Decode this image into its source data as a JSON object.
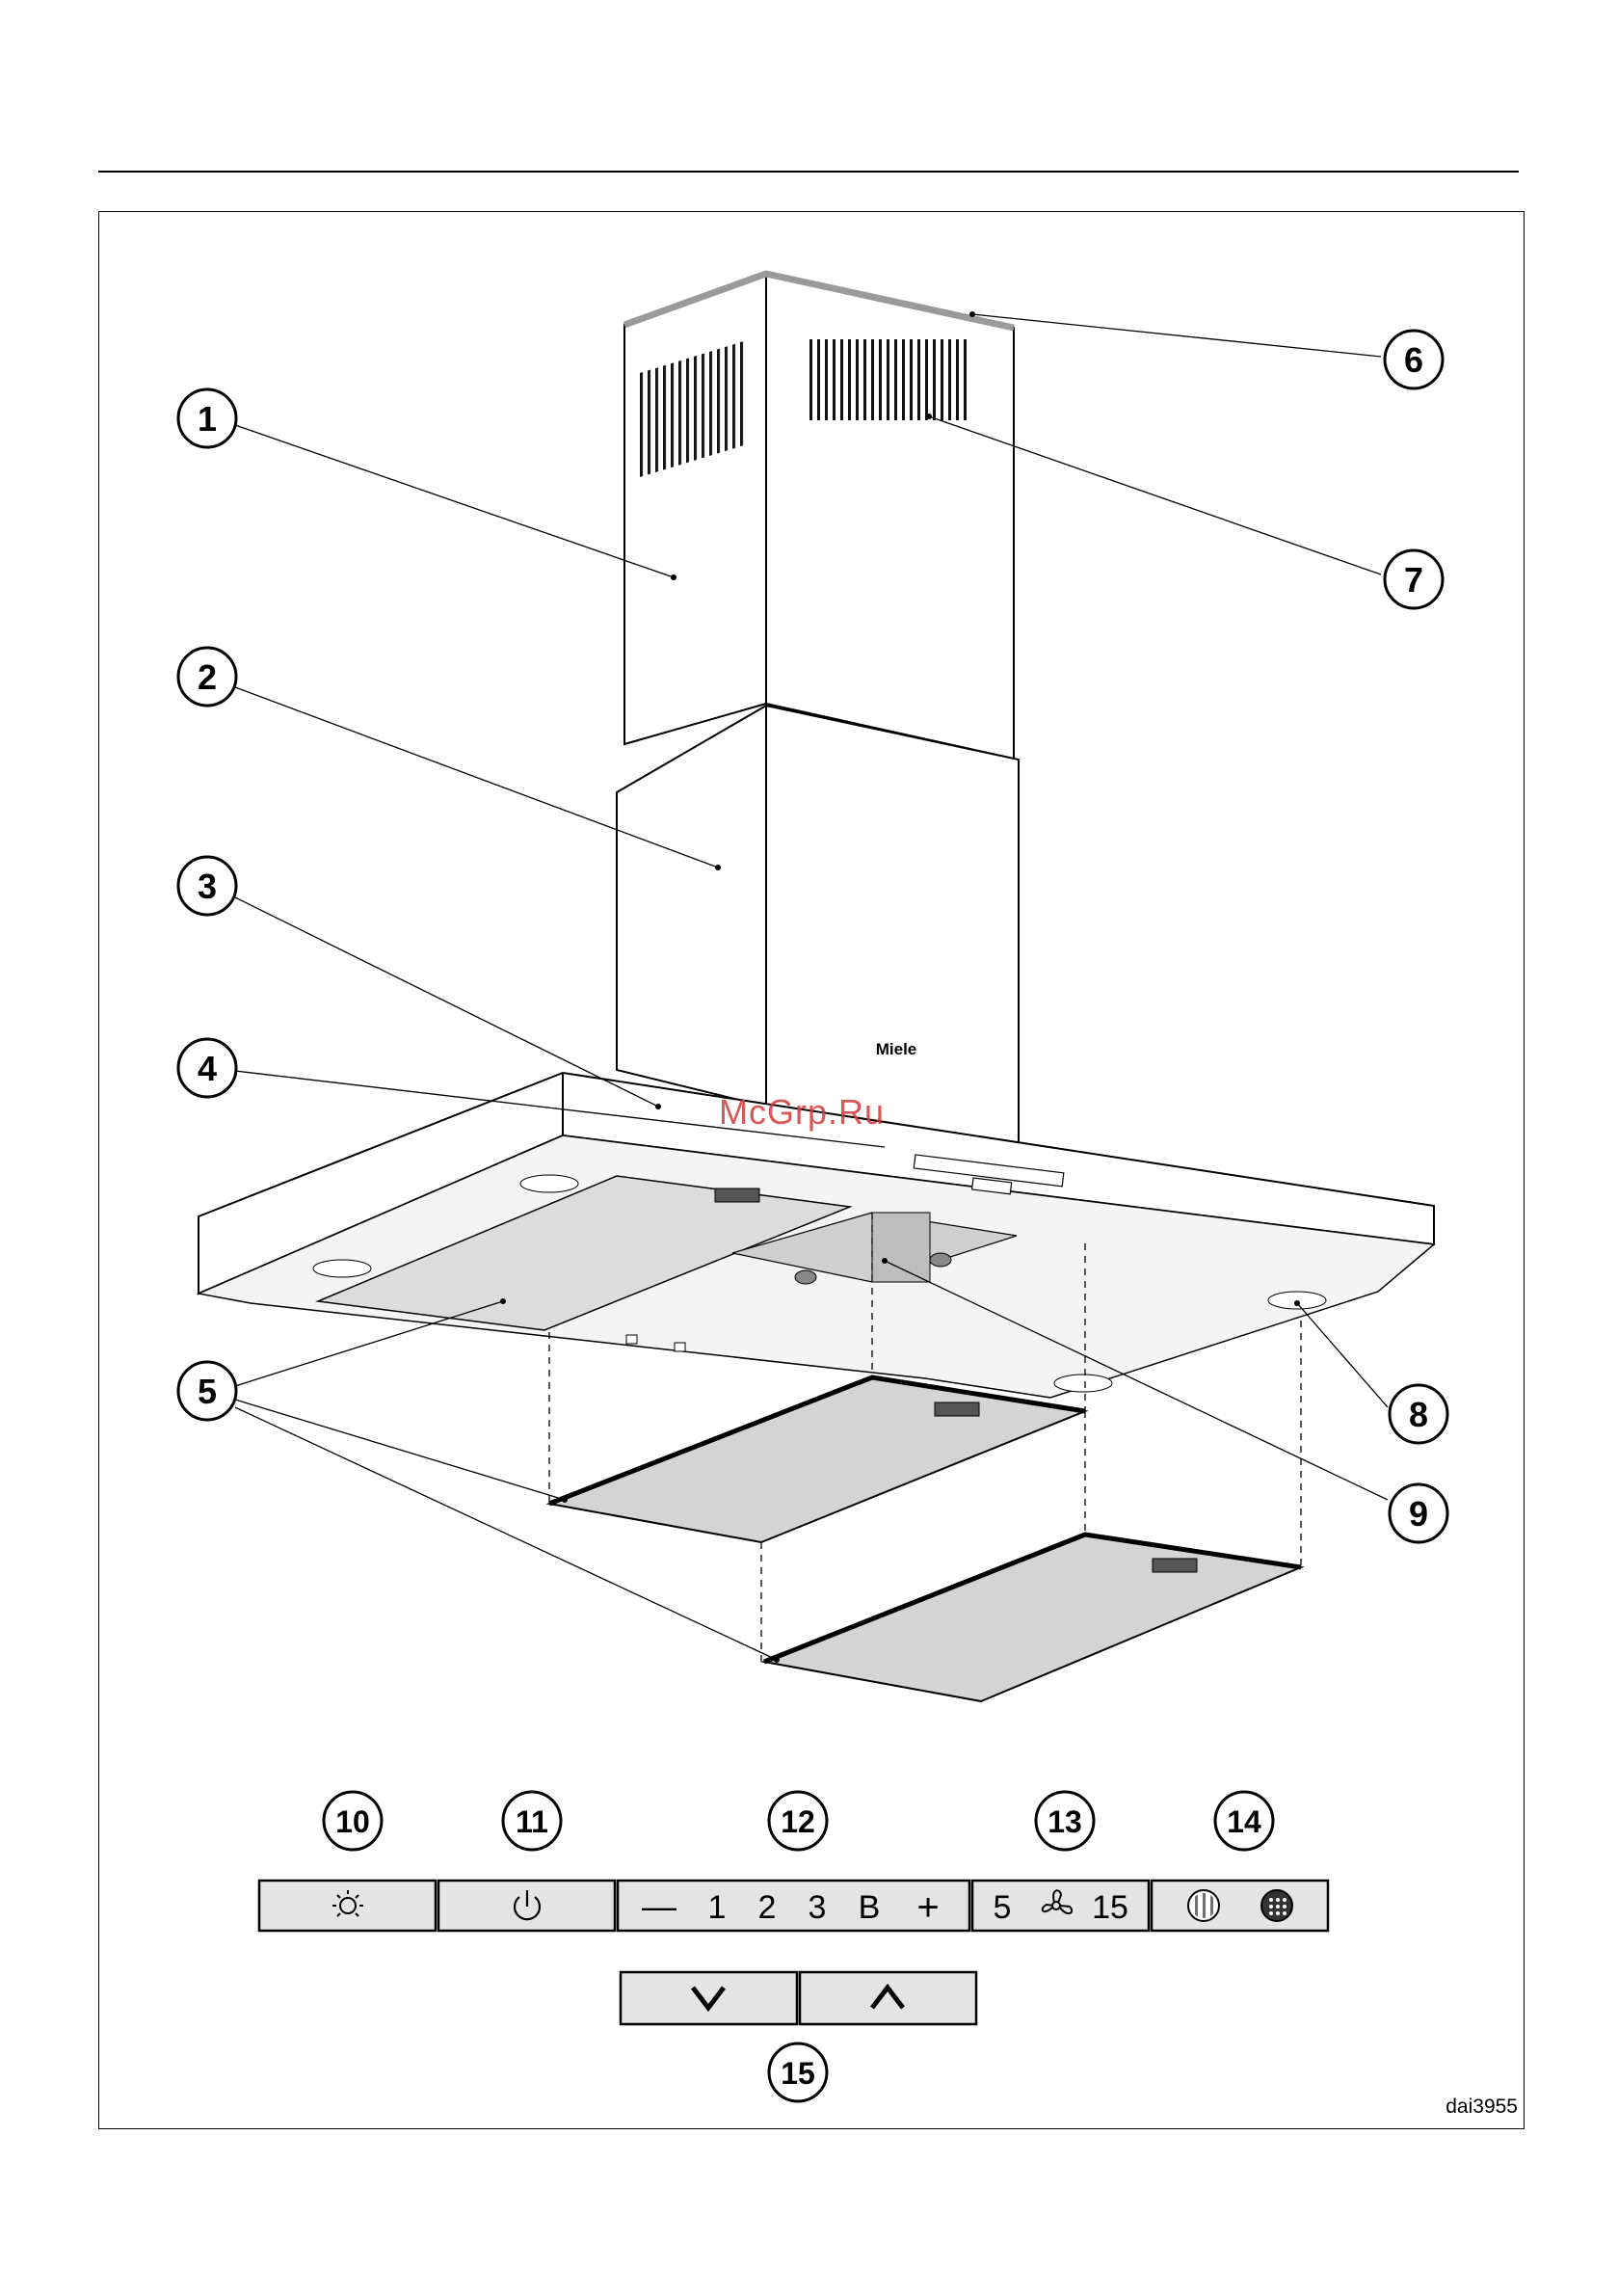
{
  "figure_code": "dai3955",
  "watermark": "McGrp.Ru",
  "brand_logo": "Miele",
  "callouts": [
    "1",
    "2",
    "3",
    "4",
    "5",
    "6",
    "7",
    "8",
    "9",
    "10",
    "11",
    "12",
    "13",
    "14",
    "15"
  ],
  "controls": {
    "speed_minus": "—",
    "speed_1": "1",
    "speed_2": "2",
    "speed_3": "3",
    "speed_booster": "B",
    "speed_plus": "+",
    "runon_5": "5",
    "runon_15": "15",
    "icons": {
      "light": "light-icon",
      "power": "power-icon",
      "fan": "fan-icon",
      "grease_filter": "grease-filter-icon",
      "odour_filter": "odour-filter-icon",
      "down": "chevron-down-icon",
      "up": "chevron-up-icon"
    }
  }
}
